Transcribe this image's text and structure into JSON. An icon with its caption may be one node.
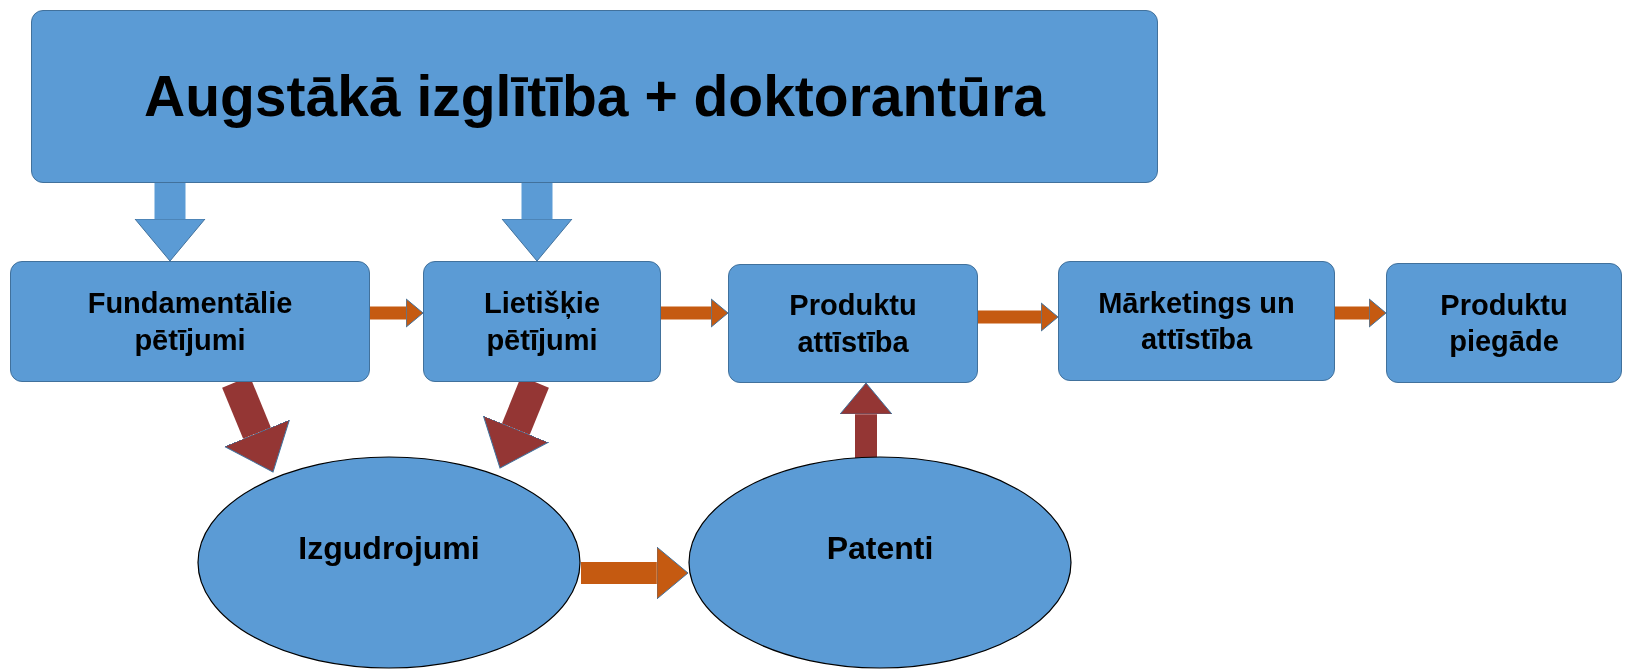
{
  "diagram": {
    "nodes": [
      {
        "text": [
          "Augstākā izglītība + doktorantūra"
        ]
      },
      {
        "text": [
          "Fundamentālie pētījumi"
        ]
      },
      {
        "text": [
          "Lietišķie pētījumi"
        ]
      },
      {
        "text": [
          "Produktu attīstība"
        ]
      },
      {
        "text": [
          "Mārketings un attīstība"
        ]
      },
      {
        "text": [
          "Produktu piegāde"
        ]
      },
      {
        "text": [
          "Izgudrojumi"
        ]
      },
      {
        "text": [
          "Patenti"
        ]
      }
    ],
    "edges": [
      {
        "from": 0,
        "to": 1,
        "arrow": "to",
        "color": "#5b9bd5"
      },
      {
        "from": 0,
        "to": 2,
        "arrow": "to",
        "color": "#5b9bd5"
      },
      {
        "from": 1,
        "to": 2,
        "arrow": "to"
      },
      {
        "from": 2,
        "to": 3,
        "arrow": "to"
      },
      {
        "from": 3,
        "to": 4,
        "arrow": "to"
      },
      {
        "from": 4,
        "to": 5,
        "arrow": "to"
      },
      {
        "from": 1,
        "to": 6,
        "arrow": "to",
        "color": "#943634"
      },
      {
        "from": 2,
        "to": 6,
        "arrow": "to",
        "color": "#943634"
      },
      {
        "from": 6,
        "to": 7,
        "arrow": "to"
      },
      {
        "from": 7,
        "to": 3,
        "arrow": "to",
        "color": "#943634"
      }
    ]
  }
}
